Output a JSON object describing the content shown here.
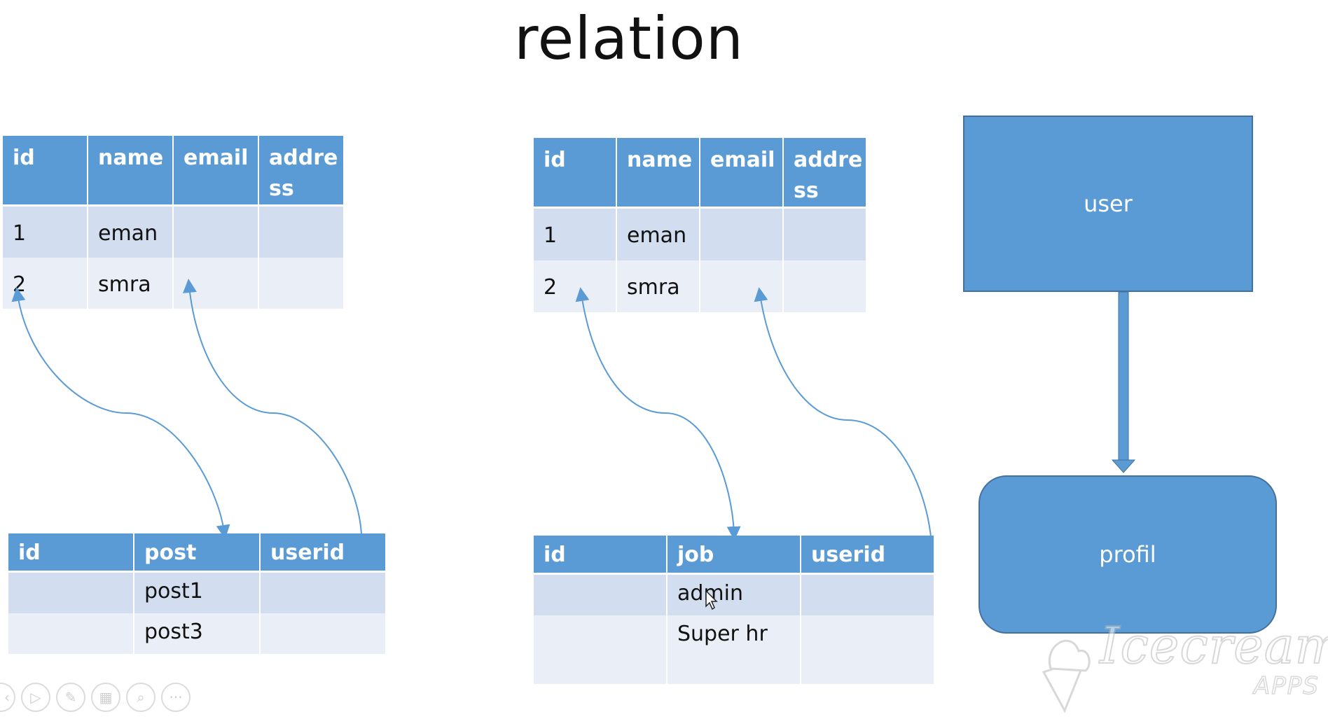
{
  "title": "relation",
  "users_table_left": {
    "headers": [
      "id",
      "name",
      "email",
      "addre ss"
    ],
    "rows": [
      [
        "1",
        "eman",
        "",
        ""
      ],
      [
        "2",
        "smra",
        "",
        ""
      ]
    ]
  },
  "posts_table": {
    "headers": [
      "id",
      "post",
      "userid"
    ],
    "rows": [
      [
        "",
        "post1",
        ""
      ],
      [
        "",
        "post3",
        ""
      ]
    ]
  },
  "users_table_right": {
    "headers": [
      "id",
      "name",
      "email",
      "addre ss"
    ],
    "rows": [
      [
        "1",
        "eman",
        "",
        ""
      ],
      [
        "2",
        "smra",
        "",
        ""
      ]
    ]
  },
  "jobs_table": {
    "headers": [
      "id",
      "job",
      "userid"
    ],
    "rows": [
      [
        "",
        "admin",
        ""
      ],
      [
        "",
        "Super hr",
        ""
      ]
    ]
  },
  "diagram": {
    "user_label": "user",
    "profil_label": "profil"
  },
  "watermark": {
    "brand": "Icecream",
    "sub": "APPS"
  },
  "colors": {
    "header_blue": "#5b9bd5",
    "row_dark": "#d2deef",
    "row_light": "#eaeff7",
    "arrow": "#5b9bd5"
  },
  "toolbar_icons": [
    "prev-icon",
    "play-icon",
    "pen-icon",
    "slides-icon",
    "zoom-icon",
    "more-icon"
  ]
}
